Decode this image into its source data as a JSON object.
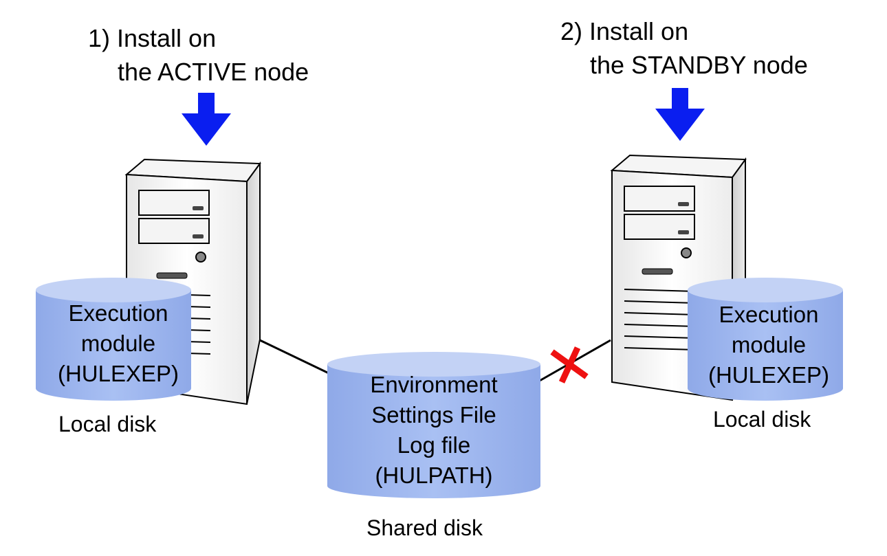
{
  "steps": {
    "active": {
      "line1": "1) Install on",
      "line2": "the ACTIVE node"
    },
    "standby": {
      "line1": "2) Install on",
      "line2": "the STANDBY node"
    }
  },
  "active_disk": {
    "lines": [
      "Execution",
      "module",
      "(HULEXEP)"
    ],
    "caption": "Local disk"
  },
  "standby_disk": {
    "lines": [
      "Execution",
      "module",
      "(HULEXEP)"
    ],
    "caption": "Local disk"
  },
  "shared_disk": {
    "lines": [
      "Environment",
      "Settings File",
      "Log file",
      "(HULPATH)"
    ],
    "caption": "Shared disk"
  },
  "colors": {
    "arrow": "#0a1ef0",
    "cylinder_fill": "#9fb7ee",
    "cylinder_top": "#c3d2f5",
    "cross": "#ee1111",
    "server_body": "#f2f2f2",
    "server_side": "#d9d9d9",
    "outline": "#000000"
  },
  "icons": {
    "install_arrow": "down-arrow-icon",
    "server": "server-tower-icon",
    "disconnected": "red-x-icon"
  }
}
